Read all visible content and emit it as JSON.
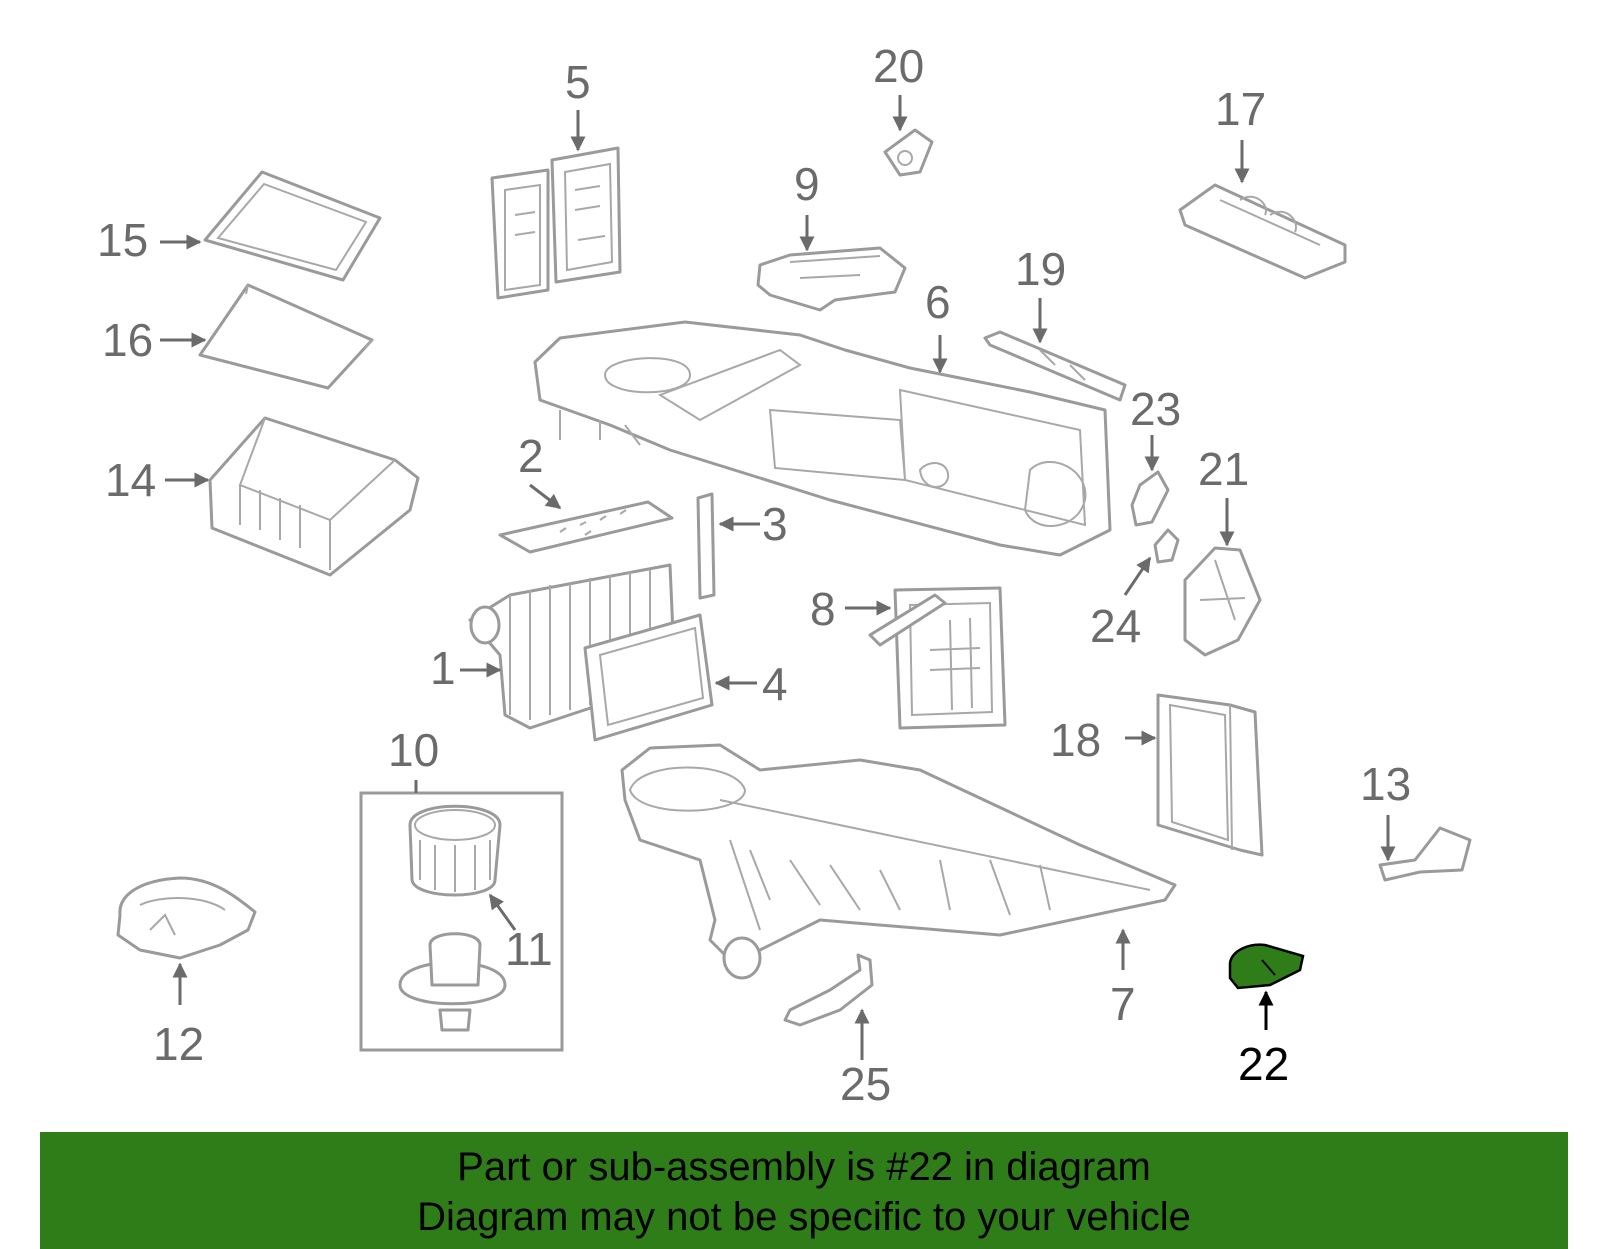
{
  "callouts": {
    "c1": "1",
    "c2": "2",
    "c3": "3",
    "c4": "4",
    "c5": "5",
    "c6": "6",
    "c7": "7",
    "c8": "8",
    "c9": "9",
    "c10": "10",
    "c11": "11",
    "c12": "12",
    "c13": "13",
    "c14": "14",
    "c15": "15",
    "c16": "16",
    "c17": "17",
    "c18": "18",
    "c19": "19",
    "c20": "20",
    "c21": "21",
    "c22": "22",
    "c23": "23",
    "c24": "24",
    "c25": "25"
  },
  "highlight": {
    "part": "22",
    "color": "#2f7d19"
  },
  "footer": {
    "line1": "Part or sub-assembly is #22 in diagram",
    "line2": "Diagram may not be specific to your vehicle"
  }
}
